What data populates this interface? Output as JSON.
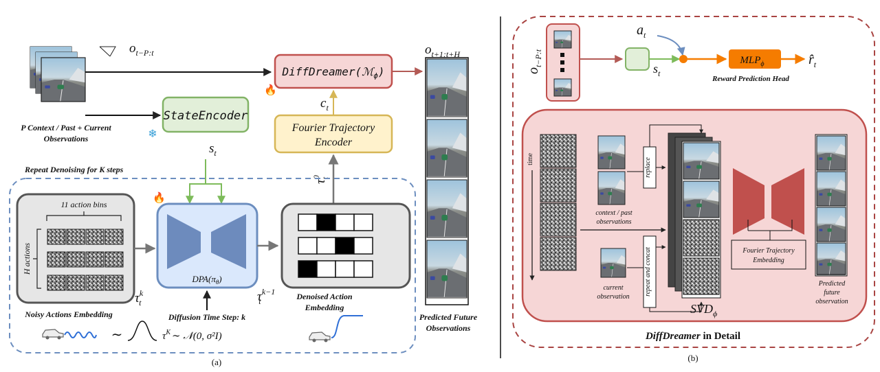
{
  "left_panel": {
    "obs_label": "o",
    "obs_sub": "t−P:t",
    "context_caption_1": "P Context / Past + Current",
    "context_caption_2": "Observations",
    "state_encoder": "StateEncoder",
    "st_label": "s",
    "st_sub": "t",
    "diffdreamer": "DiffDreamer(ℳ",
    "diffdreamer_sub": "ϕ",
    "diffdreamer_close": ")",
    "ct_label": "c",
    "ct_sub": "t",
    "fourier_1": "Fourier Trajectory",
    "fourier_2": "Encoder",
    "future_label": "o",
    "future_sub": "t+1:t+H",
    "predicted_1": "Predicted Future",
    "predicted_2": "Observations",
    "repeat_denoising": "Repeat Denoising for K steps",
    "action_bins": "11 action bins",
    "h_actions": "H actions",
    "noisy_caption": "Noisy Actions Embedding",
    "tau_k": "τ",
    "tau_k_sup": "k",
    "tau_k_sub": "t",
    "dpa": "DPA(π",
    "dpa_sub": "θ",
    "dpa_close": ")",
    "diffusion_step": "Diffusion Time Step: k",
    "tau_km1": "τ",
    "tau_km1_sup": "k−1",
    "tau_km1_sub": "t",
    "denoised_1": "Denoised Action",
    "denoised_2": "Embedding",
    "tau_0": "τ",
    "tau_0_sup": "0",
    "tau_0_sub": "t",
    "tilde": "∼",
    "tau_K_eq": "τ",
    "tau_K_sup": "K",
    "dist": "∼ 𝒩(0, σ²I)",
    "panel_label": "(a)",
    "denoised_pattern": [
      [
        0,
        1,
        0,
        0
      ],
      [
        0,
        0,
        1,
        0
      ],
      [
        1,
        0,
        0,
        0
      ]
    ]
  },
  "right_panel": {
    "obs_label": "o",
    "obs_sub": "t−P:t",
    "at_label": "a",
    "at_sub": "t",
    "st_label": "s",
    "st_sub": "t",
    "mlp": "MLP",
    "mlp_sub": "ϕ",
    "rhat": "r̂",
    "rhat_sub": "t",
    "reward_head": "Reward Prediction Head",
    "time": "time",
    "replace": "replace",
    "context_past_1": "context / past",
    "context_past_2": "observations",
    "repeat_concat": "repeat and concat",
    "current_1": "current",
    "current_2": "observation",
    "svd": "SVD",
    "svd_sub": "ϕ",
    "fourier_emb_1": "Fourier Trajectory",
    "fourier_emb_2": "Embedding",
    "pred_1": "Predicted",
    "pred_2": "future",
    "pred_3": "observation",
    "title_italic": "DiffDreamer",
    "title_rest": " in Detail",
    "panel_label": "(b)"
  },
  "colors": {
    "red_box_fill": "#f6d6d6",
    "red_box_stroke": "#c0504d",
    "green_fill": "#e2efd9",
    "green_stroke": "#82b366",
    "yellow_fill": "#fff2cc",
    "yellow_stroke": "#d6b656",
    "blue_fill": "#dae8fc",
    "blue_stroke": "#6c8ebf",
    "gray_fill": "#e6e6e6",
    "orange": "#f57c00",
    "dash_blue": "#6c8ebf",
    "dash_red": "#a94442",
    "unet": "#6d8bbd",
    "unet_red": "#c0504d"
  }
}
